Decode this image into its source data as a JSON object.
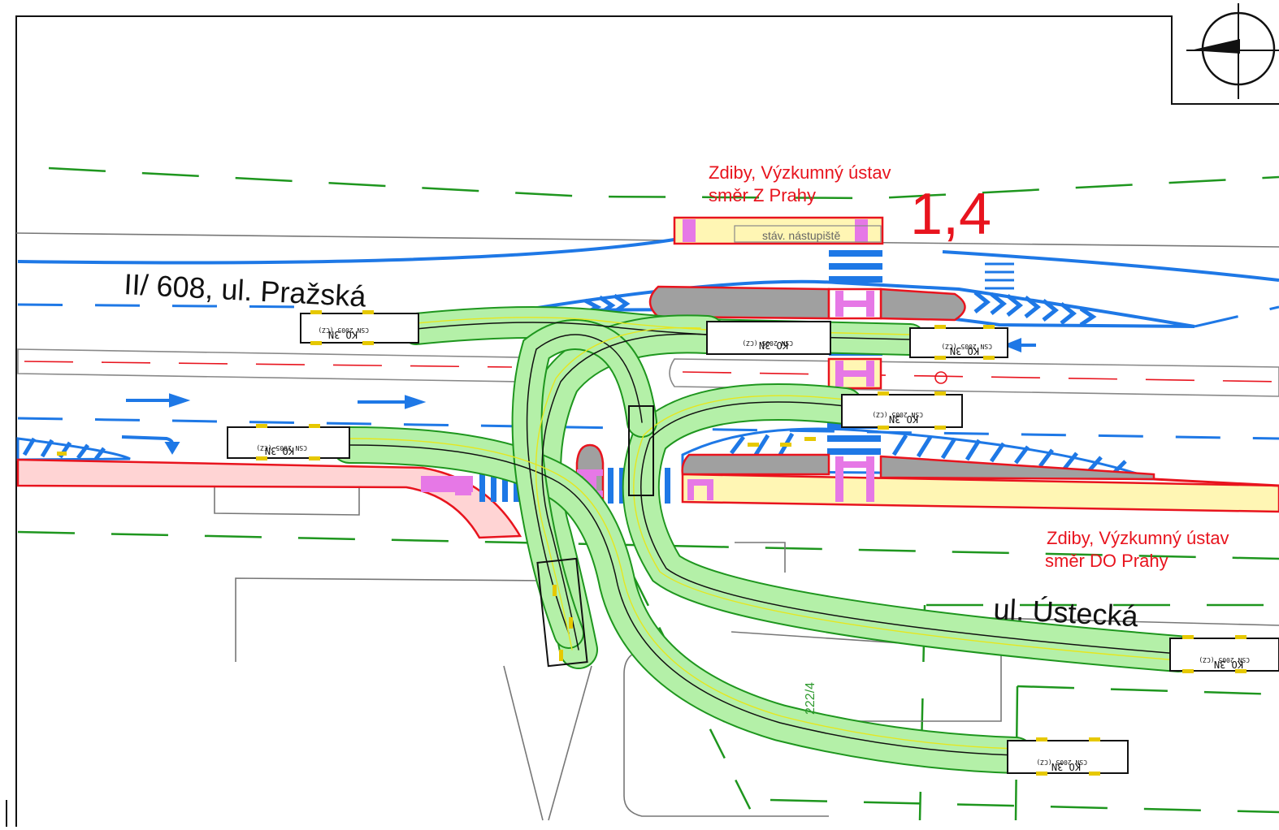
{
  "road_labels": {
    "main_road": "II/ 608, ul. Pražská",
    "side_road": "ul. Ústecká"
  },
  "stops": {
    "north": {
      "line1": "Zdiby, Výzkumný ústav",
      "line2": "směr Z Prahy"
    },
    "south": {
      "line1": "Zdiby, Výzkumný ústav",
      "line2": "směr DO Prahy"
    }
  },
  "platform_label": "stáv. nástupiště",
  "variant_number": "1,4",
  "parcel_number": "222/4",
  "vehicle_tag": {
    "model": "KO 3N",
    "norm": "CSN 2005 (CZ)"
  },
  "colors": {
    "swept_path": "#b4f0a8",
    "marking_blue": "#1e78e6",
    "curb_red": "#e8141e",
    "platform_yellow": "#fff6b4",
    "crossing_pink": "#e678e6",
    "island_grey": "#a0a0a0",
    "boundary_green": "#1e961e"
  }
}
